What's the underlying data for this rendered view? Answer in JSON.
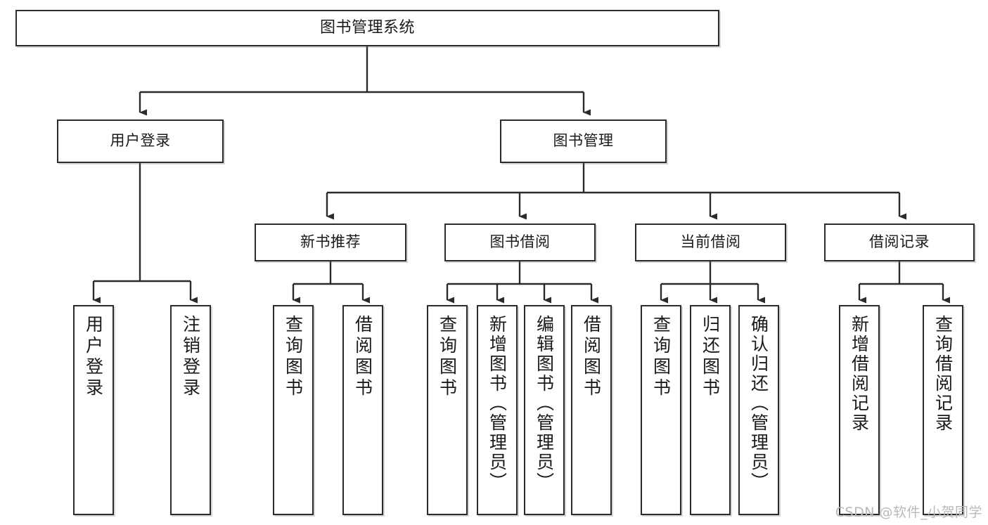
{
  "diagram": {
    "title": "图书管理系统",
    "watermark": "CSDN @软件_小贺同学",
    "colors": {
      "box_border": "#2b2b2b",
      "box_fill": "#ffffff",
      "edge": "#2b2b2b",
      "text": "#1a1a1a",
      "watermark": "#b9b9b9",
      "background": "#ffffff"
    },
    "root": {
      "label": "图书管理系统"
    },
    "level2": [
      {
        "id": "user-login",
        "label": "用户登录"
      },
      {
        "id": "book-manage",
        "label": "图书管理"
      }
    ],
    "level3": [
      {
        "id": "new-book-recommend",
        "label": "新书推荐"
      },
      {
        "id": "book-borrow",
        "label": "图书借阅"
      },
      {
        "id": "current-borrow",
        "label": "当前借阅"
      },
      {
        "id": "borrow-record",
        "label": "借阅记录"
      }
    ],
    "leaves": {
      "user_login": [
        {
          "id": "leaf-user-login",
          "label": "用户登录"
        },
        {
          "id": "leaf-logout-login",
          "label": "注销登录"
        }
      ],
      "new_book_recommend": [
        {
          "id": "leaf-query-book-1",
          "label": "查询图书"
        },
        {
          "id": "leaf-borrow-book-1",
          "label": "借阅图书"
        }
      ],
      "book_borrow": [
        {
          "id": "leaf-query-book-2",
          "label": "查询图书"
        },
        {
          "id": "leaf-add-book",
          "label": "新增图书（管理员）"
        },
        {
          "id": "leaf-edit-book",
          "label": "编辑图书（管理员）"
        },
        {
          "id": "leaf-borrow-book-2",
          "label": "借阅图书"
        }
      ],
      "current_borrow": [
        {
          "id": "leaf-query-book-3",
          "label": "查询图书"
        },
        {
          "id": "leaf-return-book",
          "label": "归还图书"
        },
        {
          "id": "leaf-confirm-return",
          "label": "确认归还（管理员）"
        }
      ],
      "borrow_record": [
        {
          "id": "leaf-add-record",
          "label": "新增借阅记录"
        },
        {
          "id": "leaf-query-record",
          "label": "查询借阅记录"
        }
      ]
    }
  }
}
